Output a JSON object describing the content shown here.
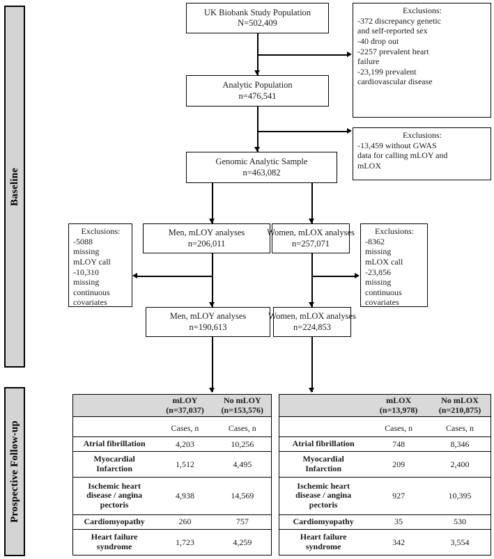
{
  "phases": {
    "baseline": "Baseline",
    "followup": "Prospective Follow-up"
  },
  "flow": {
    "source": {
      "line1": "UK Biobank Study Population",
      "line2": "N=502,409"
    },
    "analytic": {
      "line1": "Analytic Population",
      "line2": "n=476,541"
    },
    "genomic": {
      "line1": "Genomic Analytic Sample",
      "line2": "n=463,082"
    },
    "men_initial": {
      "line1": "Men, mLOY analyses",
      "line2": "n=206,011"
    },
    "women_initial": {
      "line1": "Women, mLOX analyses",
      "line2": "n=257,071"
    },
    "men_final": {
      "line1": "Men, mLOY analyses",
      "line2": "n=190,613"
    },
    "women_final": {
      "line1": "Women, mLOX analyses",
      "line2": "n=224,853"
    }
  },
  "exclusions": {
    "top": {
      "header": "Exclusions:",
      "lines": [
        "-372 discrepancy genetic",
        "and self-reported sex",
        "-40 drop out",
        "-2257 prevalent heart",
        "failure",
        "-23,199 prevalent",
        "cardiovascular disease"
      ]
    },
    "gwas": {
      "header": "Exclusions:",
      "lines": [
        "-13,459 without GWAS",
        "data for calling mLOY and",
        "mLOX"
      ]
    },
    "men": {
      "header": "Exclusions:",
      "lines": [
        "-5088",
        "missing",
        "mLOY call",
        "-10,310",
        "missing",
        "continuous",
        "covariates"
      ]
    },
    "women": {
      "header": "Exclusions:",
      "lines": [
        "-8362",
        "missing",
        "mLOX call",
        "-23,856",
        "missing",
        "continuous",
        "covariates"
      ]
    }
  },
  "tables": [
    {
      "id": "mloy",
      "columns": [
        {
          "title": "",
          "sub": ""
        },
        {
          "title": "mLOY",
          "sub": "(n=37,037)"
        },
        {
          "title": "No mLOY",
          "sub": "(n=153,576)"
        }
      ],
      "subheader": [
        "",
        "Cases, n",
        "Cases, n"
      ],
      "rows": [
        {
          "label": [
            "Atrial fibrillation"
          ],
          "values": [
            "4,203",
            "10,256"
          ]
        },
        {
          "label": [
            "Myocardial",
            "Infarction"
          ],
          "values": [
            "1,512",
            "4,495"
          ]
        },
        {
          "label": [
            "Ischemic heart",
            "disease / angina",
            "pectoris"
          ],
          "values": [
            "4,938",
            "14,569"
          ]
        },
        {
          "label": [
            "Cardiomyopathy"
          ],
          "values": [
            "260",
            "757"
          ]
        },
        {
          "label": [
            "Heart failure",
            "syndrome"
          ],
          "values": [
            "1,723",
            "4,259"
          ]
        }
      ]
    },
    {
      "id": "mlox",
      "columns": [
        {
          "title": "",
          "sub": ""
        },
        {
          "title": "mLOX",
          "sub": "(n=13,978)"
        },
        {
          "title": "No mLOX",
          "sub": "(n=210,875)"
        }
      ],
      "subheader": [
        "",
        "Cases, n",
        "Cases, n"
      ],
      "rows": [
        {
          "label": [
            "Atrial fibrillation"
          ],
          "values": [
            "748",
            "8,346"
          ]
        },
        {
          "label": [
            "Myocardial",
            "Infarction"
          ],
          "values": [
            "209",
            "2,400"
          ]
        },
        {
          "label": [
            "Ischemic heart",
            "disease / angina",
            "pectoris"
          ],
          "values": [
            "927",
            "10,395"
          ]
        },
        {
          "label": [
            "Cardiomyopathy"
          ],
          "values": [
            "35",
            "530"
          ]
        },
        {
          "label": [
            "Heart failure",
            "syndrome"
          ],
          "values": [
            "342",
            "3,554"
          ]
        }
      ]
    }
  ],
  "colors": {
    "phase_bar_fill": "#d4d4d4",
    "table_header_fill": "#d9d9d9",
    "stroke": "#000000",
    "background": "#ffffff"
  }
}
